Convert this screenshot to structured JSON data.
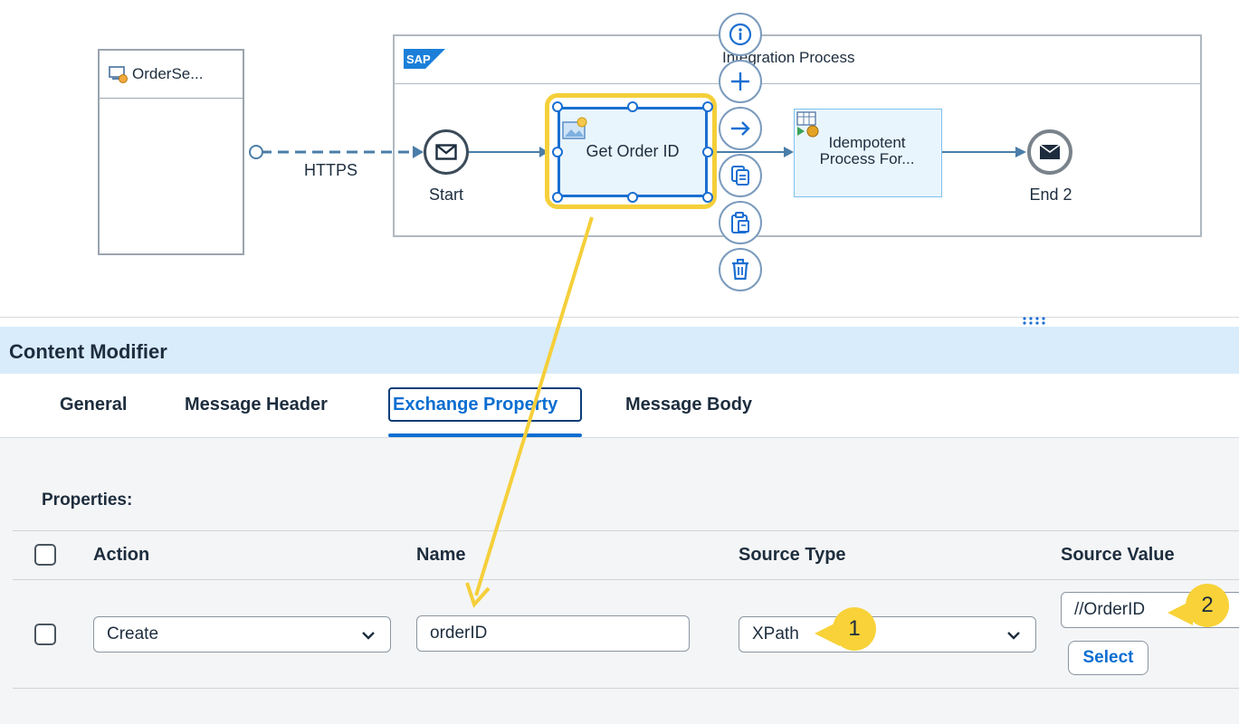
{
  "sender": {
    "name": "OrderSe..."
  },
  "pool": {
    "title": "Integration Process",
    "brand": "SAP"
  },
  "flow": {
    "connection_label": "HTTPS",
    "start_label": "Start",
    "step1_label": "Get Order ID",
    "step2_label": "Idempotent Process For...",
    "end_label": "End 2"
  },
  "toolbar": {
    "tools": [
      "info-icon",
      "add-icon",
      "connect-arrow-icon",
      "copy-icon",
      "paste-icon",
      "delete-icon"
    ]
  },
  "panel": {
    "title": "Content Modifier",
    "tabs": [
      "General",
      "Message Header",
      "Exchange Property",
      "Message Body"
    ],
    "active_tab": "Exchange Property",
    "section_title": "Properties:",
    "columns": [
      "Action",
      "Name",
      "Source Type",
      "Source Value"
    ],
    "row": {
      "action": "Create",
      "name": "orderID",
      "source_type": "XPath",
      "source_value": "//OrderID",
      "select_button": "Select"
    }
  },
  "callouts": [
    "1",
    "2"
  ],
  "colors": {
    "highlight": "#f5cf3a",
    "accent": "#0a6ed1",
    "header_bg": "#d9ecfb"
  }
}
